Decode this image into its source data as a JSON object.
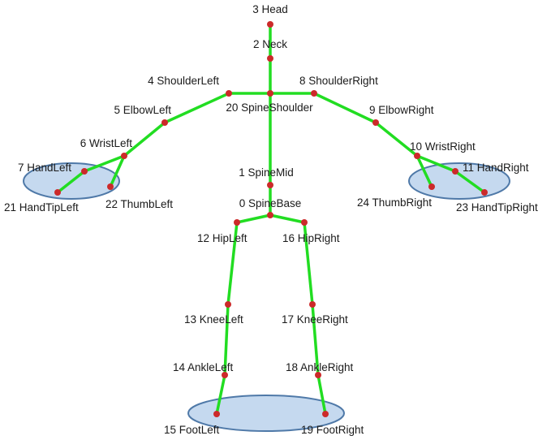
{
  "diagram": {
    "colors": {
      "bone": "#22dd22",
      "joint": "#cc2a2a",
      "region_fill": "#c5d9ef",
      "region_stroke": "#4f79a8",
      "label": "#1a1a1a"
    },
    "joints": [
      {
        "id": 0,
        "name": "SpineBase",
        "label": "0 SpineBase"
      },
      {
        "id": 1,
        "name": "SpineMid",
        "label": "1 SpineMid"
      },
      {
        "id": 2,
        "name": "Neck",
        "label": "2 Neck"
      },
      {
        "id": 3,
        "name": "Head",
        "label": "3 Head"
      },
      {
        "id": 4,
        "name": "ShoulderLeft",
        "label": "4 ShoulderLeft"
      },
      {
        "id": 5,
        "name": "ElbowLeft",
        "label": "5 ElbowLeft"
      },
      {
        "id": 6,
        "name": "WristLeft",
        "label": "6 WristLeft"
      },
      {
        "id": 7,
        "name": "HandLeft",
        "label": "7 HandLeft"
      },
      {
        "id": 8,
        "name": "ShoulderRight",
        "label": "8 ShoulderRight"
      },
      {
        "id": 9,
        "name": "ElbowRight",
        "label": "9 ElbowRight"
      },
      {
        "id": 10,
        "name": "WristRight",
        "label": "10 WristRight"
      },
      {
        "id": 11,
        "name": "HandRight",
        "label": "11 HandRight"
      },
      {
        "id": 12,
        "name": "HipLeft",
        "label": "12 HipLeft"
      },
      {
        "id": 13,
        "name": "KneeLeft",
        "label": "13 KneeLeft"
      },
      {
        "id": 14,
        "name": "AnkleLeft",
        "label": "14 AnkleLeft"
      },
      {
        "id": 15,
        "name": "FootLeft",
        "label": "15 FootLeft"
      },
      {
        "id": 16,
        "name": "HipRight",
        "label": "16 HipRight"
      },
      {
        "id": 17,
        "name": "KneeRight",
        "label": "17 KneeRight"
      },
      {
        "id": 18,
        "name": "AnkleRight",
        "label": "18 AnkleRight"
      },
      {
        "id": 19,
        "name": "FootRight",
        "label": "19 FootRight"
      },
      {
        "id": 20,
        "name": "SpineShoulder",
        "label": "20 SpineShoulder"
      },
      {
        "id": 21,
        "name": "HandTipLeft",
        "label": "21 HandTipLeft"
      },
      {
        "id": 22,
        "name": "ThumbLeft",
        "label": "22 ThumbLeft"
      },
      {
        "id": 23,
        "name": "HandTipRight",
        "label": "23 HandTipRight"
      },
      {
        "id": 24,
        "name": "ThumbRight",
        "label": "24 ThumbRight"
      }
    ],
    "bones": [
      [
        3,
        2
      ],
      [
        2,
        20
      ],
      [
        20,
        4
      ],
      [
        4,
        5
      ],
      [
        5,
        6
      ],
      [
        6,
        7
      ],
      [
        7,
        21
      ],
      [
        6,
        22
      ],
      [
        20,
        8
      ],
      [
        8,
        9
      ],
      [
        9,
        10
      ],
      [
        10,
        11
      ],
      [
        11,
        23
      ],
      [
        10,
        24
      ],
      [
        20,
        1
      ],
      [
        1,
        0
      ],
      [
        0,
        12
      ],
      [
        12,
        13
      ],
      [
        13,
        14
      ],
      [
        14,
        15
      ],
      [
        0,
        16
      ],
      [
        16,
        17
      ],
      [
        17,
        18
      ],
      [
        18,
        19
      ]
    ],
    "regions": [
      "left-hand-region",
      "right-hand-region",
      "feet-region"
    ]
  }
}
